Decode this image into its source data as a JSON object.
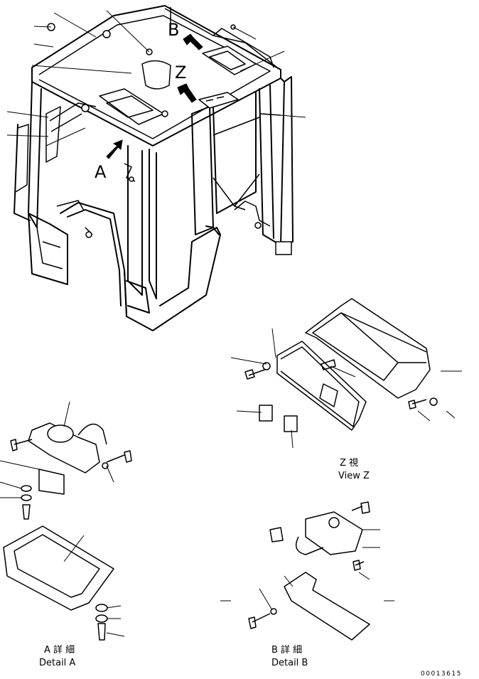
{
  "view_labels": {
    "arrow_b": "B",
    "arrow_z": "Z",
    "arrow_a": "A"
  },
  "captions": {
    "view_z_jp": "Z  視",
    "view_z_en": "View Z",
    "detail_a_jp": "A 詳 細",
    "detail_a_en": "Detail A",
    "detail_b_jp": "B 詳 細",
    "detail_b_en": "Detail B"
  },
  "drawing_number": "00013615"
}
